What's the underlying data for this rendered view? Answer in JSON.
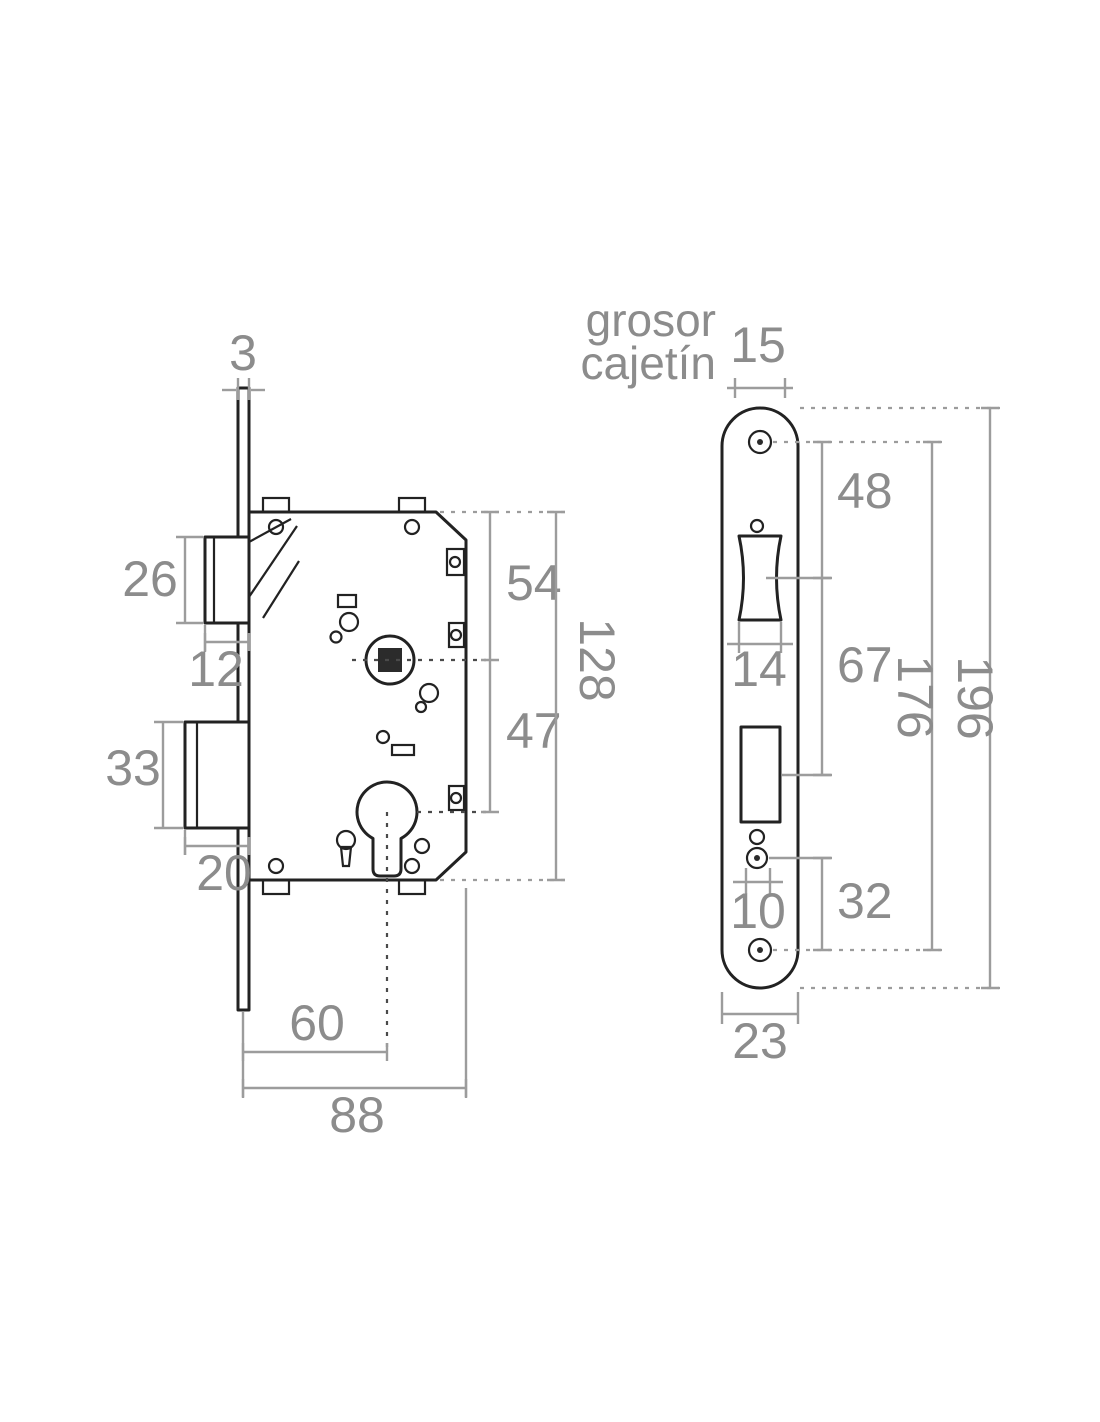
{
  "diagram": {
    "type": "technical-drawing",
    "subject": "mortise-lock-dimensional-drawing",
    "labels": {
      "grosor": "grosor",
      "cajetin": "cajetín"
    },
    "dimensions": {
      "faceplate_thickness": "3",
      "latch_height": "26",
      "latch_projection": "12",
      "deadbolt_height": "33",
      "deadbolt_projection": "20",
      "top_to_spindle": "54",
      "spindle_to_cylinder": "47",
      "case_height": "128",
      "backset": "60",
      "case_depth": "88",
      "case_thickness": "15",
      "screw_to_latch": "48",
      "latch_opening": "14",
      "latch_to_deadbolt": "67",
      "screw_spacing": "176",
      "plate_height": "196",
      "magnet_hole": "10",
      "magnet_to_screw": "32",
      "plate_width": "23"
    },
    "colors": {
      "drawing_line": "#222222",
      "dimension_line": "#9c9c9c",
      "dimension_text": "#8c8c8c",
      "background": "#ffffff"
    }
  }
}
